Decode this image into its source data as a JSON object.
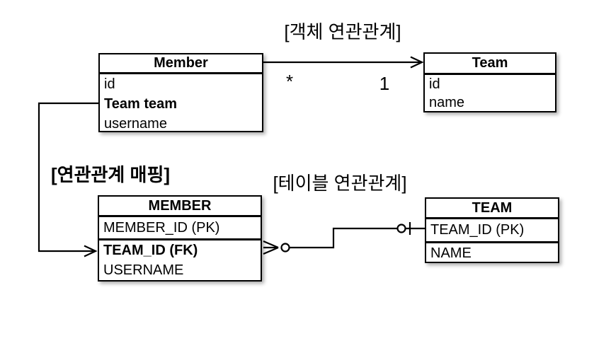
{
  "canvas": {
    "background": "#ffffff",
    "line_color": "#000000"
  },
  "labels": {
    "object_relation": "[객체 연관관계]",
    "mapping": "[연관관계 매핑]",
    "table_relation": "[테이블 연관관계]"
  },
  "object_diagram": {
    "member": {
      "title": "Member",
      "fields": [
        {
          "text": "id"
        },
        {
          "text": "Team team"
        },
        {
          "text": "username"
        }
      ]
    },
    "team": {
      "title": "Team",
      "fields": [
        {
          "text": "id"
        },
        {
          "text": "name"
        }
      ]
    },
    "multiplicity_many": "*",
    "multiplicity_one": "1"
  },
  "table_diagram": {
    "member": {
      "title": "MEMBER",
      "key_field": "MEMBER_ID (PK)",
      "fields": [
        {
          "text": "TEAM_ID (FK)"
        },
        {
          "text": "USERNAME"
        }
      ]
    },
    "team": {
      "title": "TEAM",
      "key_field": "TEAM_ID (PK)",
      "fields": [
        {
          "text": "NAME"
        }
      ]
    }
  }
}
